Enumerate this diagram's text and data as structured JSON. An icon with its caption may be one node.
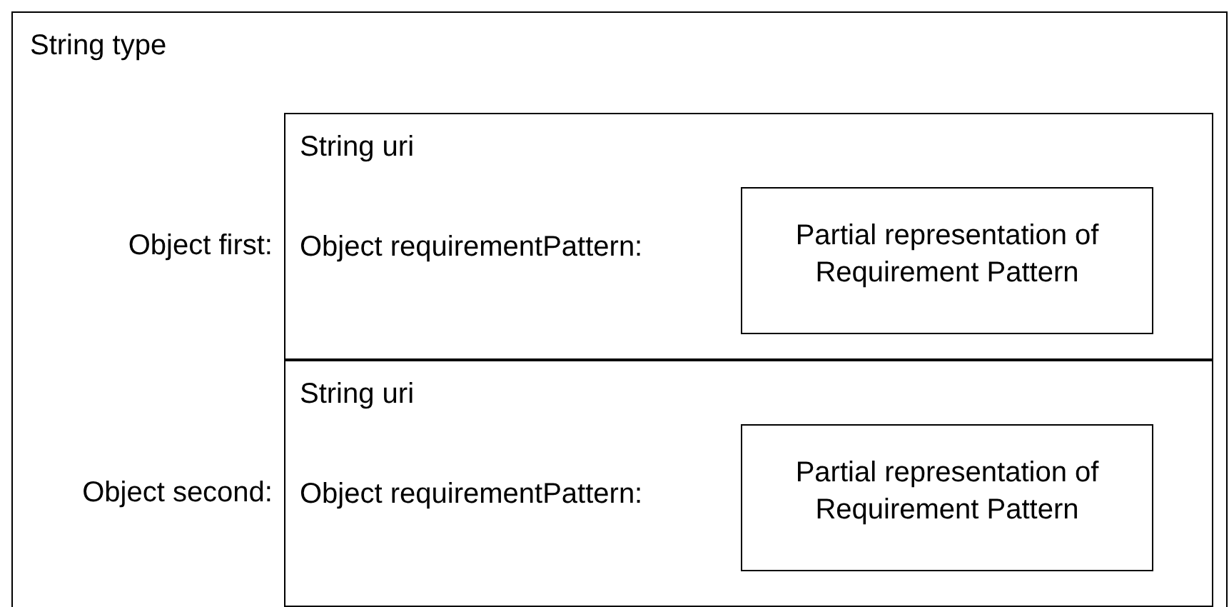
{
  "diagram": {
    "nodes": [
      {
        "text": [
          "String type"
        ]
      },
      {
        "text": [
          "String uri",
          "Object requirementPattern:"
        ],
        "beside": [
          "Object first:"
        ],
        "in": 0
      },
      {
        "text": [
          "Partial representation of Requirement Pattern"
        ],
        "in": 1
      },
      {
        "text": [
          "String uri",
          "Object requirementPattern:"
        ],
        "beside": [
          "Object second:"
        ],
        "in": 0
      },
      {
        "text": [
          "Partial representation of Requirement Pattern"
        ],
        "in": 3
      }
    ],
    "edges": []
  }
}
